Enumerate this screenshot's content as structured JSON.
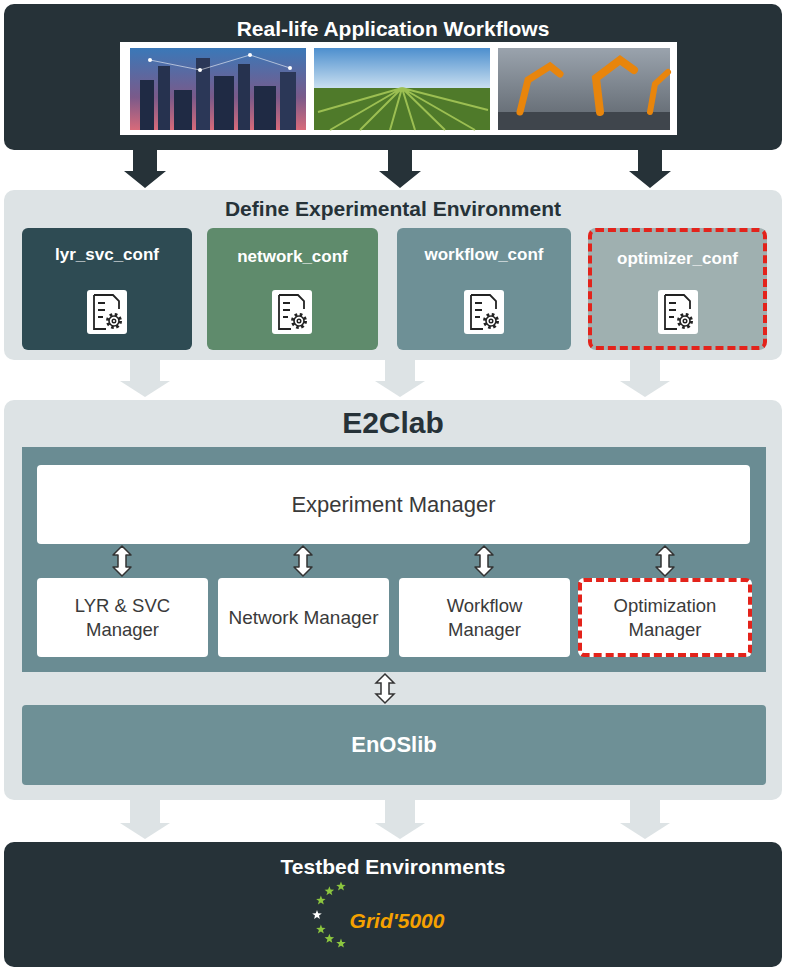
{
  "diagram": {
    "nodes": [
      {
        "text": [
          "Real-life Application Workflows"
        ]
      },
      {
        "text": [
          "Define Experimental Environment"
        ]
      },
      {
        "text": [
          "lyr_svc_conf"
        ],
        "in": 1
      },
      {
        "text": [
          "network_conf"
        ],
        "in": 1
      },
      {
        "text": [
          "workflow_conf"
        ],
        "in": 1
      },
      {
        "text": [
          "optimizer_conf"
        ],
        "in": 1
      },
      {
        "text": [
          "E2Clab"
        ]
      },
      {
        "text": [
          "Experiment Manager"
        ],
        "in": 6
      },
      {
        "text": [
          "LYR & SVC Manager"
        ],
        "in": 6
      },
      {
        "text": [
          "Network Manager"
        ],
        "in": 6
      },
      {
        "text": [
          "Workflow Manager"
        ],
        "in": 6
      },
      {
        "text": [
          "Optimization Manager"
        ],
        "in": 6
      },
      {
        "text": [
          "EnOSlib"
        ],
        "in": 6
      },
      {
        "text": [
          "Testbed Environments",
          "Grid'5000"
        ]
      }
    ],
    "edges": [
      {
        "from": 0,
        "to": 1,
        "arrow": "to"
      },
      {
        "from": 0,
        "to": 1,
        "arrow": "to"
      },
      {
        "from": 0,
        "to": 1,
        "arrow": "to"
      },
      {
        "from": 1,
        "to": 6,
        "arrow": "to"
      },
      {
        "from": 1,
        "to": 6,
        "arrow": "to"
      },
      {
        "from": 1,
        "to": 6,
        "arrow": "to"
      },
      {
        "from": 7,
        "to": 8,
        "arrow": "both"
      },
      {
        "from": 7,
        "to": 9,
        "arrow": "both"
      },
      {
        "from": 7,
        "to": 10,
        "arrow": "both"
      },
      {
        "from": 7,
        "to": 11,
        "arrow": "both"
      },
      {
        "from": 6,
        "to": 13,
        "arrow": "to"
      },
      {
        "from": 6,
        "to": 13,
        "arrow": "to"
      },
      {
        "from": 6,
        "to": 13,
        "arrow": "to"
      }
    ]
  }
}
